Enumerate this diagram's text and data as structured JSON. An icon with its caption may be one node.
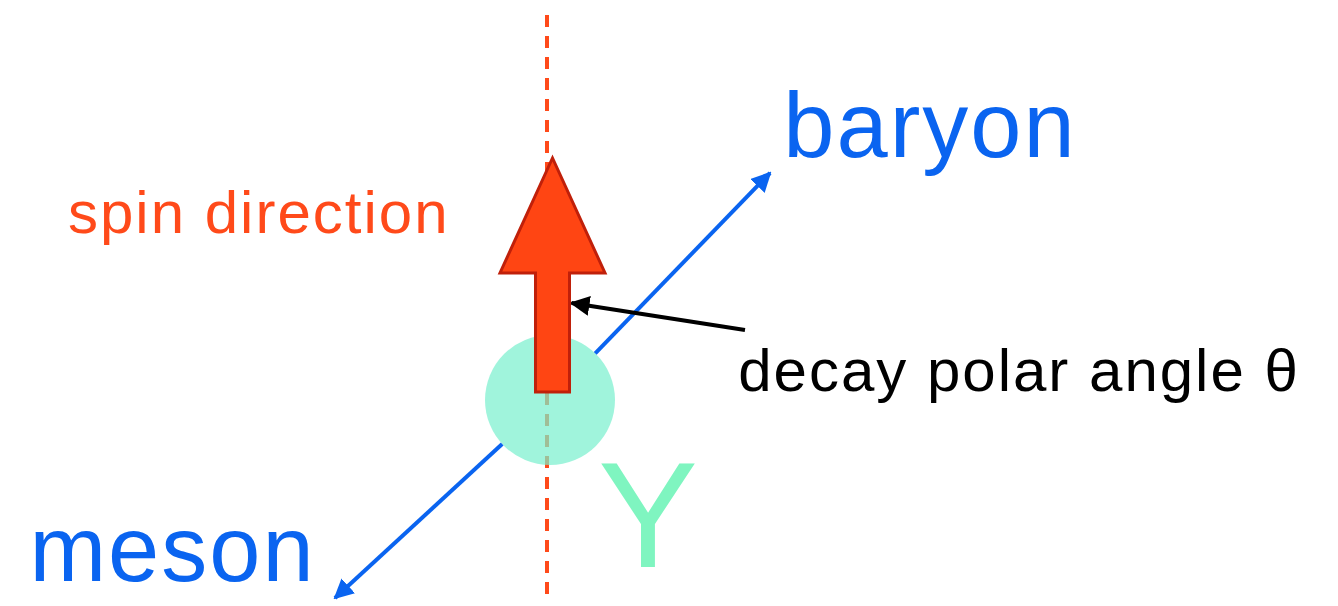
{
  "diagram": {
    "nodes": [
      {
        "text": [
          "baryon"
        ]
      },
      {
        "text": [],
        "shape": "arrow"
      },
      {
        "text": [
          "decay polar angle θ"
        ]
      },
      {
        "text": [],
        "shape": "circle",
        "beside": [
          "Y"
        ]
      },
      {
        "text": [
          "meson"
        ]
      }
    ],
    "edges": [
      {
        "from": 3,
        "to": 0,
        "arrow": "to",
        "color": "#0a64f0"
      },
      {
        "from": 3,
        "to": 4,
        "arrow": "to",
        "color": "#0a64f0"
      },
      {
        "from": 2,
        "to": 1,
        "arrow": "to",
        "color": "#000000"
      }
    ],
    "labels": [
      "spin direction"
    ]
  }
}
